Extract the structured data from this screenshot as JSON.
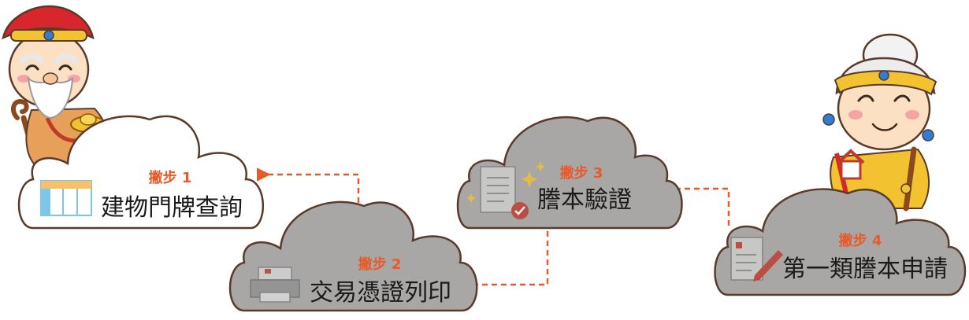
{
  "colors": {
    "accent": "#e85a2a",
    "cloud_white": "#ffffff",
    "cloud_gray": "#a8a7a6",
    "cloud_outline": "#5a3a2a",
    "title_text": "#1a1a1a"
  },
  "steps": [
    {
      "label": "撇步 1",
      "title": "建物門牌查詢",
      "icon": "table-icon",
      "cloud": "white"
    },
    {
      "label": "撇步 2",
      "title": "交易憑證列印",
      "icon": "printer-icon",
      "cloud": "gray"
    },
    {
      "label": "撇步 3",
      "title": "謄本驗證",
      "icon": "document-check-icon",
      "cloud": "gray"
    },
    {
      "label": "撇步 4",
      "title": "第一類謄本申請",
      "icon": "document-edit-icon",
      "cloud": "gray"
    }
  ],
  "characters": [
    {
      "name": "earth-god-mascot"
    },
    {
      "name": "earth-goddess-mascot"
    }
  ]
}
